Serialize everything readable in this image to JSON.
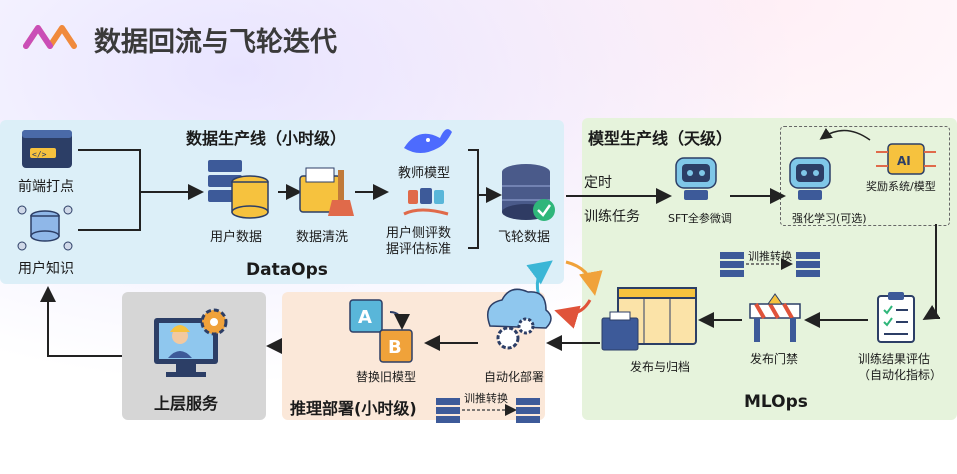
{
  "header": {
    "title": "数据回流与飞轮迭代"
  },
  "dataops": {
    "section_title": "数据生产线（小时级）",
    "label": "DataOps",
    "frontend": "前端打点",
    "user_knowledge": "用户知识",
    "user_data": "用户数据",
    "data_cleaning": "数据清洗",
    "teacher_model": "教师模型",
    "user_eval_line1": "用户侧评数",
    "user_eval_line2": "据评估标准",
    "flywheel_data": "飞轮数据"
  },
  "mlops": {
    "section_title": "模型生产线（天级）",
    "label": "MLOps",
    "timed": "定时",
    "train_task": "训练任务",
    "sft": "SFT全参微调",
    "rl": "强化学习(可选)",
    "reward": "奖励系统/模型",
    "train_convert": "训推转换",
    "eval_line1": "训练结果评估",
    "eval_line2": "（自动化指标）",
    "gate": "发布门禁",
    "publish": "发布与归档"
  },
  "inference": {
    "section_title": "推理部署(小时级)",
    "auto_deploy": "自动化部署",
    "replace_old": "替换旧模型",
    "train_convert": "训推转换"
  },
  "upper": {
    "label": "上层服务"
  },
  "colors": {
    "dataops_bg": "#dceff8",
    "mlops_bg": "#e6f3dc",
    "inference_bg": "#fbe8d9",
    "upper_bg": "#d9d9d9",
    "accent_orange": "#f0a23a",
    "accent_purple": "#6b3fd0"
  }
}
